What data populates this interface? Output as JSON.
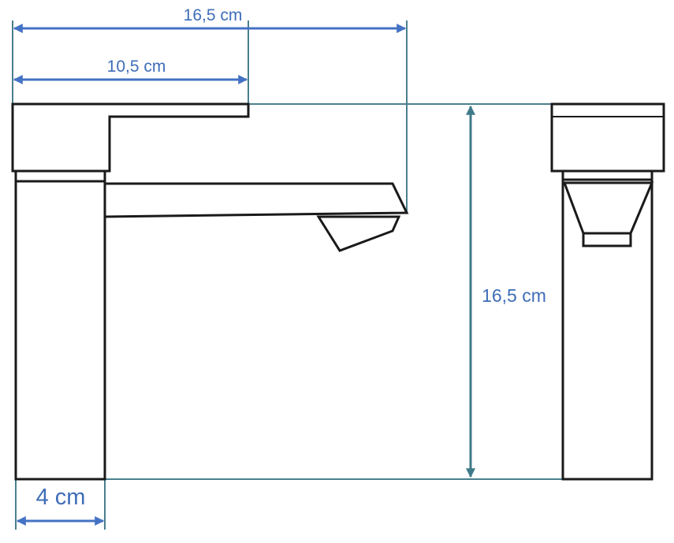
{
  "colors": {
    "horizontal_dimension": "#4472c4",
    "vertical_dimension": "#3f7a8a",
    "extension_line": "#4a7f8e",
    "label_text": "#3f6db8",
    "outline": "#1a1a1a"
  },
  "dimensions": {
    "total_reach": "16,5 cm",
    "handle_length": "10,5 cm",
    "height": "16,5 cm",
    "base_width": "4 cm"
  }
}
